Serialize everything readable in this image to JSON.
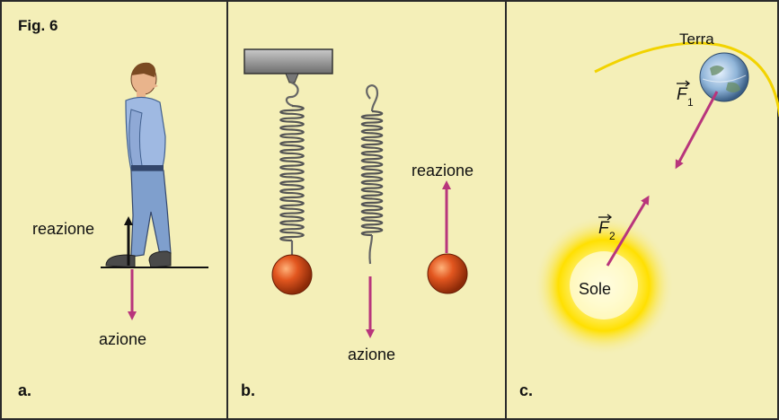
{
  "figure": {
    "title": "Fig. 6",
    "panels": [
      {
        "letter": "a.",
        "labels": {
          "reaction": "reazione",
          "action": "azione"
        }
      },
      {
        "letter": "b.",
        "labels": {
          "reaction": "reazione",
          "action": "azione"
        }
      },
      {
        "letter": "c.",
        "labels": {
          "earth": "Terra",
          "sun": "Sole",
          "force1": "F",
          "force1_sub": "1",
          "force2": "F",
          "force2_sub": "2"
        }
      }
    ]
  },
  "colors": {
    "background": "#f4efb8",
    "divider": "#2a2a2a",
    "arrow_action": "#b8357c",
    "arrow_reaction": "#111111",
    "sphere": "#d94a1e",
    "sun_glow": "#ffd800",
    "earth_orbit": "#f2d300"
  },
  "icons": [
    "man-walking-icon",
    "spring-icon",
    "sphere-icon",
    "earth-globe-icon",
    "sun-icon"
  ]
}
